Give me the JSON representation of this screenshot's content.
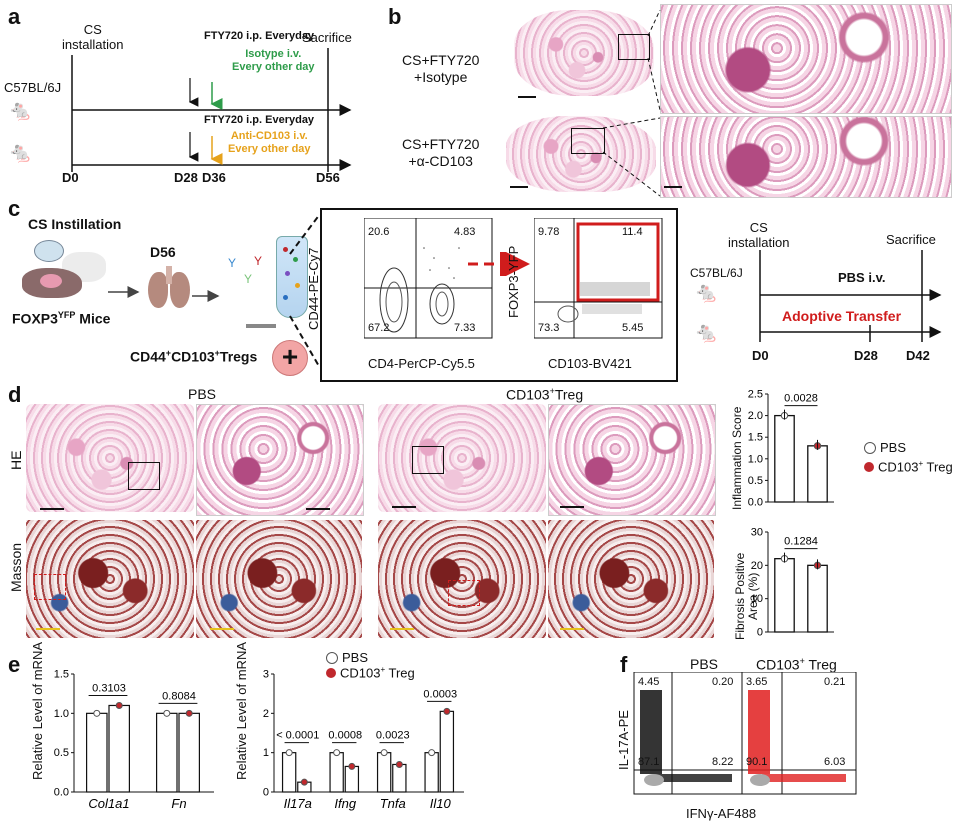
{
  "panels": {
    "a": "a",
    "b": "b",
    "c": "c",
    "d": "d",
    "e": "e",
    "f": "f"
  },
  "panel_a": {
    "cs_installation": "CS\ninstallation",
    "sacrifice": "Sacrifice",
    "strain": "C57BL/6J",
    "fty_top": "FTY720 i.p. Everyday",
    "isotype": "Isotype i.v.\nEvery other day",
    "fty_bottom": "FTY720 i.p. Everyday",
    "anti": "Anti-CD103 i.v.\nEvery other day",
    "d0": "D0",
    "d28": "D28",
    "d36": "D36",
    "d56": "D56",
    "colors": {
      "isotype": "#2e9c4a",
      "anti": "#e6a21c"
    }
  },
  "panel_b": {
    "row1": "CS+FTY720\n+Isotype",
    "row2": "CS+FTY720\n+α-CD103"
  },
  "panel_c": {
    "cs_instillation": "CS Instillation",
    "d56": "D56",
    "foxp3_mice": "FOXP3",
    "foxp3_sup": "YFP",
    "foxp3_tail": " Mice",
    "cd44_tregs": "CD44",
    "cd44_tregs_sup1": "+",
    "cd44_tregs_mid": "CD103",
    "cd44_tregs_sup2": "+",
    "cd44_tregs_tail": "Tregs",
    "plus": "+",
    "flow1": {
      "ylabel": "CD44-PE-Cy7",
      "xlabel": "CD4-PerCP-Cy5.5",
      "q_tl": "20.6",
      "q_tr": "4.83",
      "q_bl": "67.2",
      "q_br": "7.33"
    },
    "flow2": {
      "ylabel": "FOXP3-YFP",
      "xlabel": "CD103-BV421",
      "q_tl": "9.78",
      "q_tr": "11.4",
      "q_bl": "73.3",
      "q_br": "5.45"
    },
    "right": {
      "cs_installation": "CS\ninstallation",
      "sacrifice": "Sacrifice",
      "strain": "C57BL/6J",
      "pbs": "PBS i.v.",
      "adoptive": "Adoptive Transfer",
      "d0": "D0",
      "d28": "D28",
      "d42": "D42"
    }
  },
  "panel_d": {
    "pbs": "PBS",
    "cd103": "CD103",
    "cd103_sup": "+",
    "cd103_tail": "Treg",
    "he": "HE",
    "masson": "Masson"
  },
  "chart_data": [
    {
      "type": "bar",
      "id": "inflammation",
      "categories": [
        "PBS",
        "CD103+ Treg"
      ],
      "values": [
        2.0,
        1.3
      ],
      "ylabel": "Inflammation Score",
      "ylim": [
        0,
        2.5
      ],
      "yticks": [
        "0.0",
        "0.5",
        "1.0",
        "1.5",
        "2.0",
        "2.5"
      ],
      "pvalue": "0.0028",
      "colors": [
        "#ffffff",
        "#c0282d"
      ]
    },
    {
      "type": "bar",
      "id": "fibrosis",
      "categories": [
        "PBS",
        "CD103+ Treg"
      ],
      "values": [
        22,
        20
      ],
      "ylabel": "Fibrosis Positive\nArea (%)",
      "ylim": [
        0,
        30
      ],
      "yticks": [
        "0",
        "10",
        "20",
        "30"
      ],
      "pvalue": "0.1284",
      "colors": [
        "#ffffff",
        "#c0282d"
      ]
    },
    {
      "type": "bar",
      "id": "mrna1",
      "categories": [
        "Col1a1",
        "Fn"
      ],
      "series": [
        {
          "name": "PBS",
          "values": [
            1.0,
            1.0
          ]
        },
        {
          "name": "CD103+ Treg",
          "values": [
            1.1,
            1.0
          ]
        }
      ],
      "ylabel": "Relative Level of mRNA",
      "ylim": [
        0,
        1.5
      ],
      "yticks": [
        "0.0",
        "0.5",
        "1.0",
        "1.5"
      ],
      "pvalues": [
        "0.3103",
        "0.8084"
      ]
    },
    {
      "type": "bar",
      "id": "mrna2",
      "categories": [
        "Il17a",
        "Ifng",
        "Tnfa",
        "Il10"
      ],
      "series": [
        {
          "name": "PBS",
          "values": [
            1.0,
            1.0,
            1.0,
            1.0
          ]
        },
        {
          "name": "CD103+ Treg",
          "values": [
            0.25,
            0.65,
            0.7,
            2.05
          ]
        }
      ],
      "ylabel": "Relative Level of mRNA",
      "ylim": [
        0,
        3
      ],
      "yticks": [
        "0",
        "1",
        "2",
        "3"
      ],
      "pvalues": [
        "< 0.0001",
        "0.0008",
        "0.0023",
        "0.0003"
      ]
    }
  ],
  "legend": {
    "pbs": "PBS",
    "cd103": "CD103",
    "sup": "+",
    "tail": " Treg"
  },
  "panel_f": {
    "pbs": "PBS",
    "cd103": "CD103",
    "cd103_sup": "+",
    "cd103_tail": " Treg",
    "ylabel": "IL-17A-PE",
    "xlabel": "IFNγ-AF488",
    "pbs_q": {
      "tl": "4.45",
      "tr": "0.20",
      "bl": "87.1",
      "br": "8.22"
    },
    "cd_q": {
      "tl": "3.65",
      "tr": "0.21",
      "bl": "90.1",
      "br": "6.03"
    }
  }
}
